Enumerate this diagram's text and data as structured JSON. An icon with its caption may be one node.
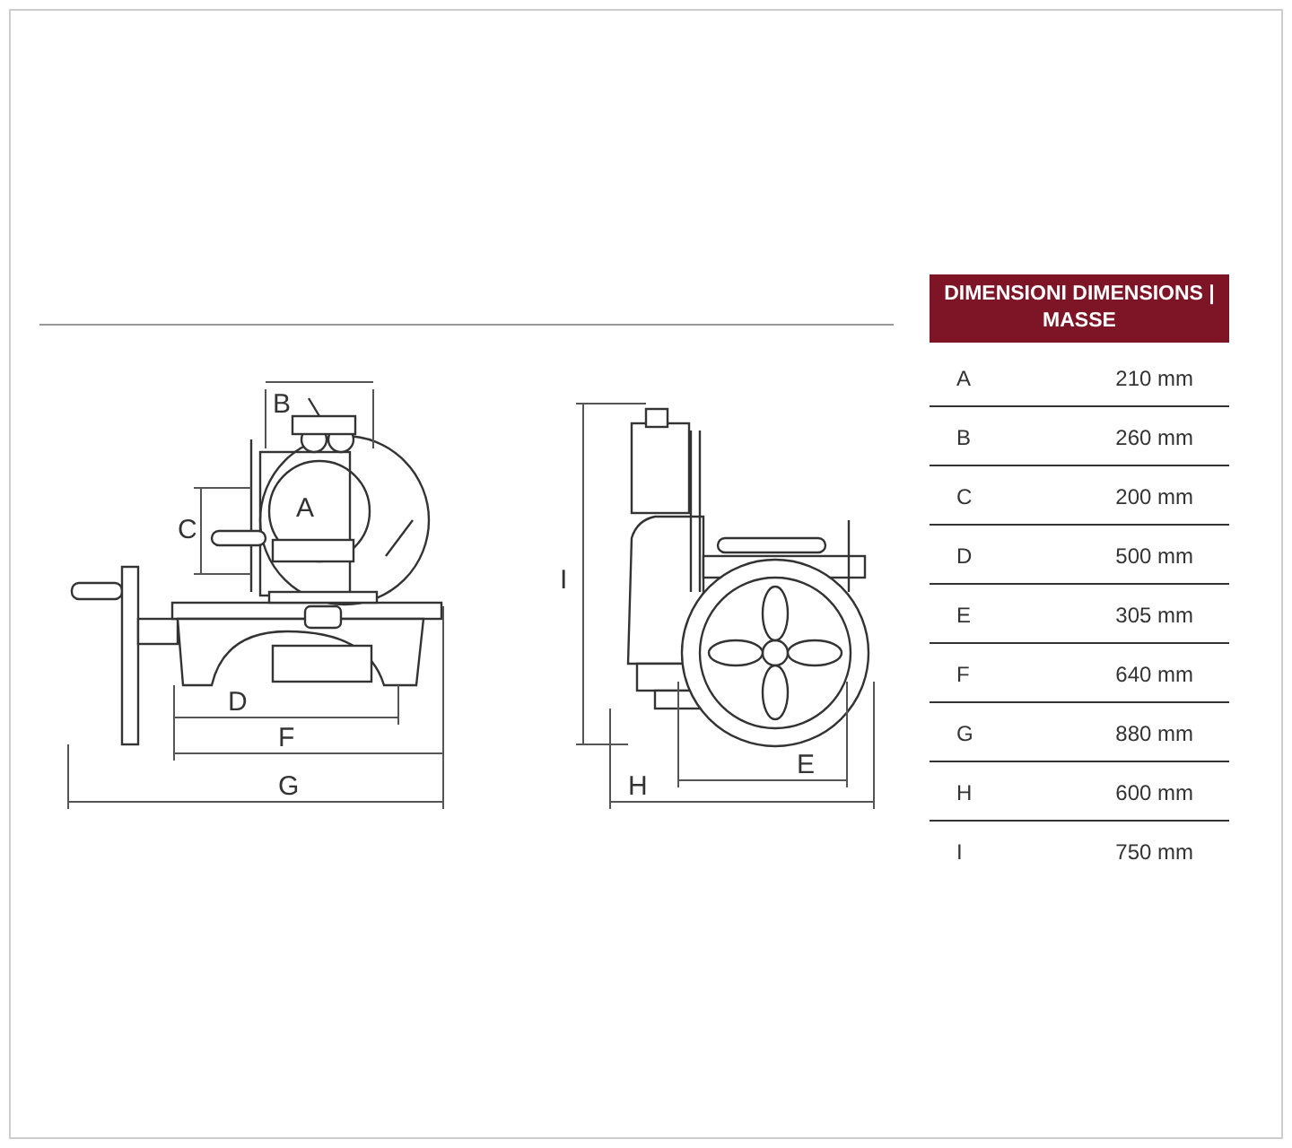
{
  "diagram": {
    "labels": [
      "B",
      "C",
      "A",
      "D",
      "F",
      "G",
      "I",
      "H",
      "E",
      "DIMENSIONI DIMENSIONS | MASSE",
      "A",
      "210 mm",
      "B",
      "260 mm",
      "C",
      "200 mm",
      "D",
      "500 mm",
      "E",
      "305 mm",
      "F",
      "640 mm",
      "G",
      "880 mm",
      "H",
      "600 mm",
      "I",
      "750 mm"
    ]
  }
}
